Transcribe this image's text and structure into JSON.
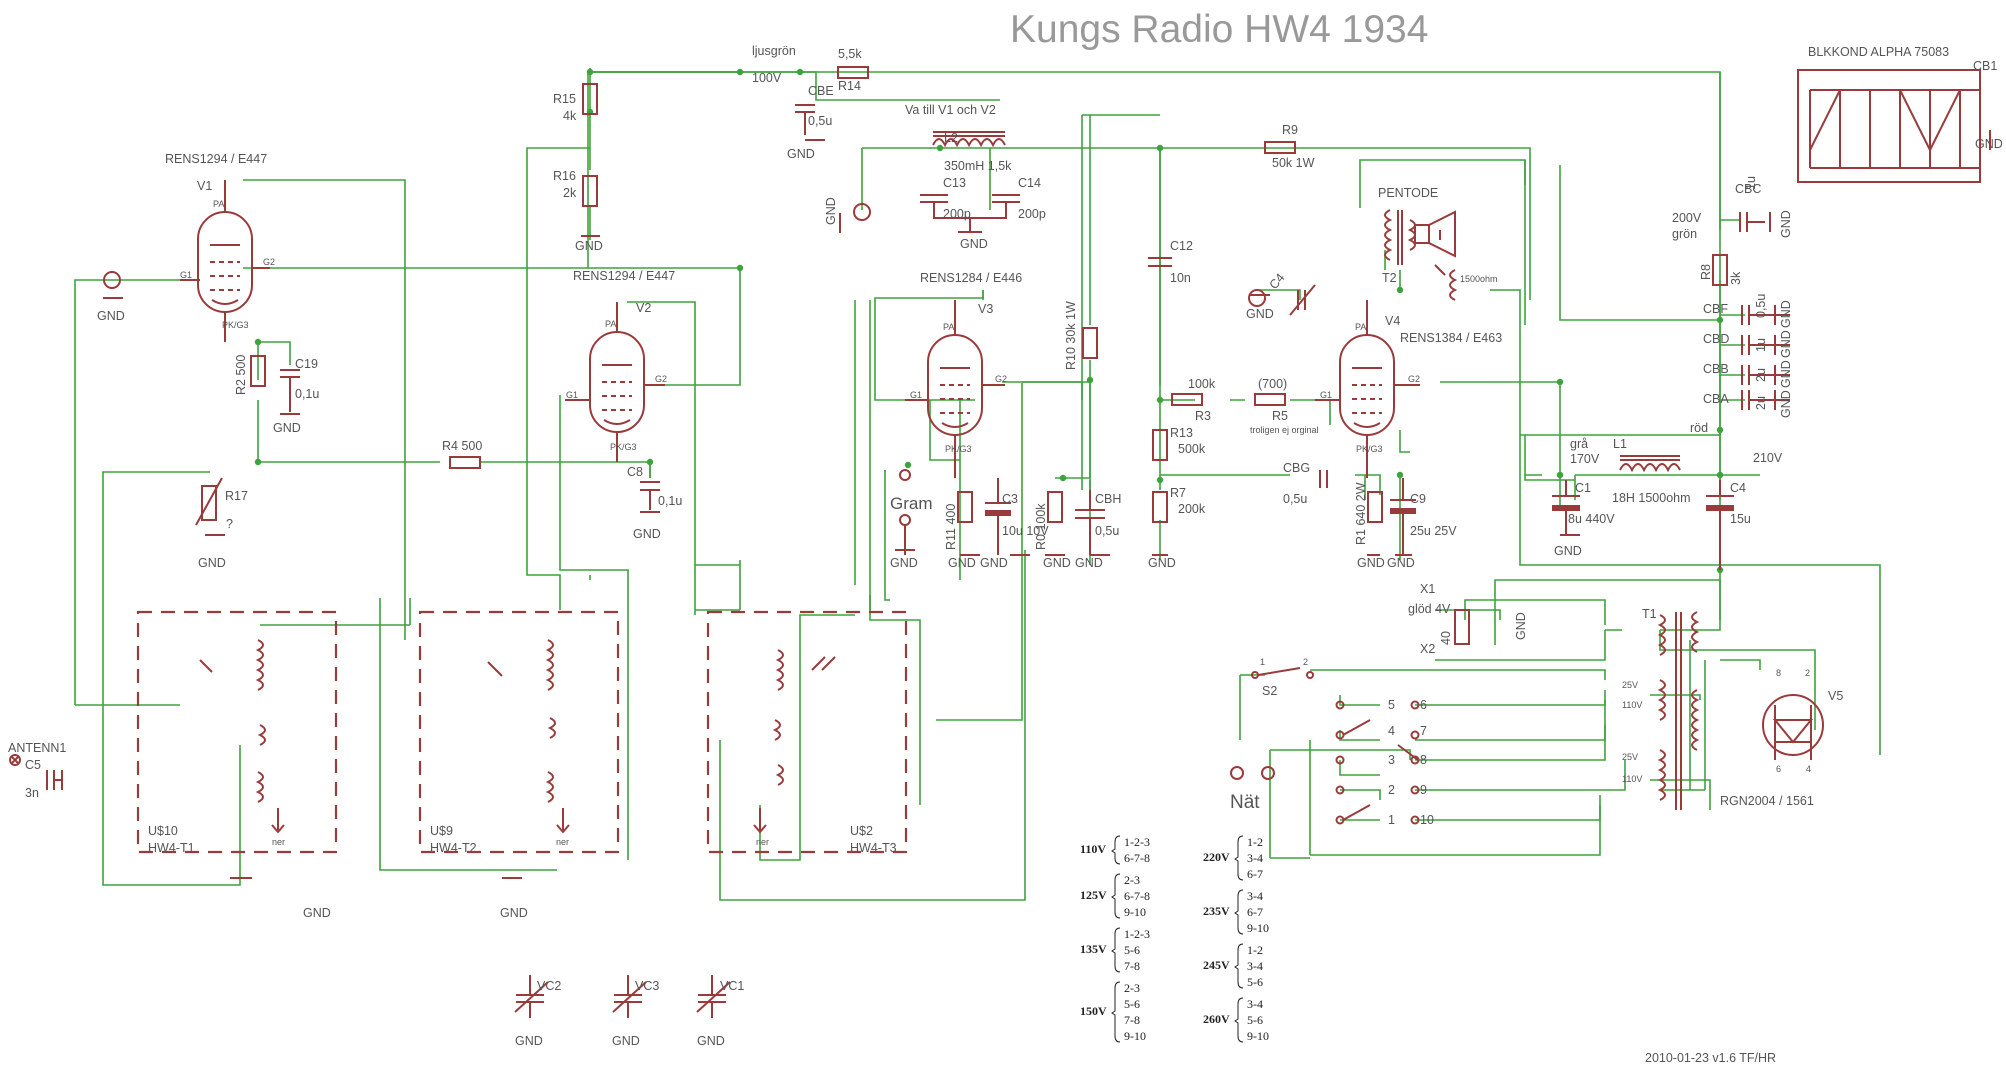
{
  "title": "Kungs Radio HW4 1934",
  "footer": "2010-01-23 v1.6 TF/HR",
  "colors": {
    "wire": "#3da33d",
    "component": "#9a3b3b",
    "text": "#555555",
    "title": "#999999"
  },
  "labels": {
    "blkkond": "BLKKOND ALPHA 75083",
    "cb1": "CB1",
    "ljusgron": "ljusgrön",
    "v100": "100V",
    "r14_val": "5,5k",
    "r14": "R14",
    "cbe": "CBE",
    "cbe_val": "0,5u",
    "va_till": "Va till V1 och V2",
    "l2": "L2",
    "l2_val": "350mH 1,5k",
    "c13": "C13",
    "c13_val": "200p",
    "c14": "C14",
    "c14_val": "200p",
    "r9": "R9",
    "r9_val": "50k 1W",
    "r15": "R15",
    "r15_val": "4k",
    "r16": "R16",
    "r16_val": "2k",
    "v1_type": "RENS1294 / E447",
    "v1": "V1",
    "v2_type": "RENS1294 / E447",
    "v2": "V2",
    "v3_type": "RENS1284 / E446",
    "v3": "V3",
    "v4_type": "RENS1384 / E463",
    "v4": "V4",
    "pentode": "PENTODE",
    "t2": "T2",
    "ohm1500": "1500ohm",
    "c12": "C12",
    "c12_val": "10n",
    "c4v": "C4",
    "r10_val": "R10 30k 1W",
    "c19": "C19",
    "c19_val": "0,1u",
    "r2_val": "R2 500",
    "r4": "R4 500",
    "c8": "C8",
    "c8_val": "0,1u",
    "r17": "R17",
    "q": "?",
    "r11": "R11 400",
    "c3": "C3",
    "c3_val": "10u 10V",
    "r0": "R0 100k",
    "cbh": "CBH",
    "cbh_val": "0,5u",
    "gram": "Gram",
    "r3_val": "100k",
    "r3": "R3",
    "r5_val": "(700)",
    "r5": "R5",
    "trolig": "troligen ej orginal",
    "r13": "R13",
    "r13_val": "500k",
    "r7": "R7",
    "r7_val": "200k",
    "cbg": "CBG",
    "cbg_val": "0,5u",
    "r1_val": "R1 640 2W",
    "c9": "C9",
    "c9_val": "25u 25V",
    "v200": "200V",
    "gron": "grön",
    "cbc": "CBC",
    "cbc_val": "1u",
    "r8": "R8",
    "r8_val": "3k",
    "cbf": "CBF",
    "cbf_val": "0,5u",
    "cbd": "CBD",
    "cbd_val": "1u",
    "cbb": "CBB",
    "cbb_val": "2u",
    "cba": "CBA",
    "cba_val": "2u",
    "rod": "röd",
    "gra": "grå",
    "v170": "170V",
    "l1": "L1",
    "l1_val": "18H 1500ohm",
    "v210": "210V",
    "c1": "C1",
    "c1_val": "8u 440V",
    "c4": "C4",
    "c4_val": "15u",
    "x1": "X1",
    "x2": "X2",
    "glod": "glöd 4V",
    "r40": "40",
    "t1": "T1",
    "s2": "S2",
    "s2_1": "1",
    "s2_2": "2",
    "v5": "V5",
    "v5_type": "RGN2004 / 1561",
    "v25a": "25V",
    "v110a": "110V",
    "v25b": "25V",
    "v110b": "110V",
    "nat": "Nät",
    "antenn": "ANTENN1",
    "c5": "C5",
    "c5_val": "3n",
    "us10": "U$10",
    "hw4t1": "HW4-T1",
    "us9": "U$9",
    "hw4t2": "HW4-T2",
    "us2": "U$2",
    "hw4t3": "HW4-T3",
    "ner": "ner",
    "vc1": "VC1",
    "vc2": "VC2",
    "vc3": "VC3",
    "gnd": "GND",
    "pa": "PA",
    "g1": "G1",
    "g2": "G2",
    "pkg3": "PK/G3"
  },
  "selector_terminals": [
    "5",
    "6",
    "4",
    "7",
    "3",
    "8",
    "2",
    "9",
    "1",
    "10"
  ],
  "voltage_table_left": [
    {
      "voltage": "110V",
      "rows": [
        "1-2-3",
        "6-7-8"
      ]
    },
    {
      "voltage": "125V",
      "rows": [
        "2-3",
        "6-7-8",
        "9-10"
      ]
    },
    {
      "voltage": "135V",
      "rows": [
        "1-2-3",
        "5-6",
        "7-8"
      ]
    },
    {
      "voltage": "150V",
      "rows": [
        "2-3",
        "5-6",
        "7-8",
        "9-10"
      ]
    }
  ],
  "voltage_table_right": [
    {
      "voltage": "220V",
      "rows": [
        "1-2",
        "3-4",
        "6-7"
      ]
    },
    {
      "voltage": "235V",
      "rows": [
        "3-4",
        "6-7",
        "9-10"
      ]
    },
    {
      "voltage": "245V",
      "rows": [
        "1-2",
        "3-4",
        "5-6"
      ]
    },
    {
      "voltage": "260V",
      "rows": [
        "3-4",
        "5-6",
        "9-10"
      ]
    }
  ]
}
